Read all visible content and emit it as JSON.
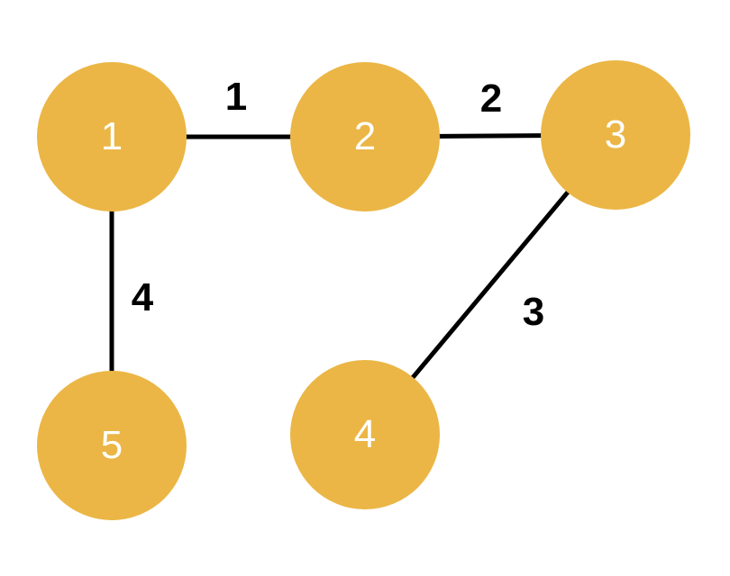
{
  "graph": {
    "type": "undirected-weighted-graph",
    "nodes": [
      {
        "id": "1",
        "label": "1"
      },
      {
        "id": "2",
        "label": "2"
      },
      {
        "id": "3",
        "label": "3"
      },
      {
        "id": "4",
        "label": "4"
      },
      {
        "id": "5",
        "label": "5"
      }
    ],
    "edges": [
      {
        "from": "1",
        "to": "2",
        "weight": "1"
      },
      {
        "from": "2",
        "to": "3",
        "weight": "2"
      },
      {
        "from": "3",
        "to": "4",
        "weight": "3"
      },
      {
        "from": "1",
        "to": "5",
        "weight": "4"
      }
    ],
    "colors": {
      "node_fill": "#EBB645",
      "node_text": "#FFFFFF",
      "edge_stroke": "#000000",
      "edge_label_text": "#000000",
      "background": "#FFFFFF"
    }
  }
}
